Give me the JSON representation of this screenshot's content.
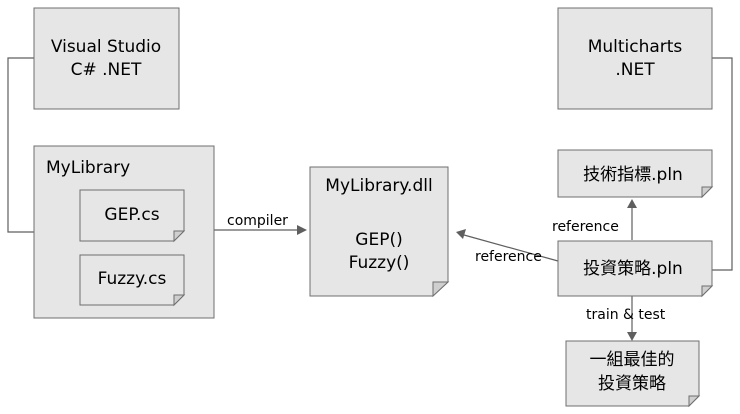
{
  "nodes": {
    "visual_studio": {
      "line1": "Visual Studio",
      "line2": "C# .NET"
    },
    "mylibrary": {
      "label": "MyLibrary"
    },
    "gep_cs": {
      "label": "GEP.cs"
    },
    "fuzzy_cs": {
      "label": "Fuzzy.cs"
    },
    "mylibrary_dll": {
      "line1": "MyLibrary.dll",
      "line2": "GEP()",
      "line3": "Fuzzy()"
    },
    "multicharts": {
      "line1": "Multicharts",
      "line2": ".NET"
    },
    "tech_indicator": {
      "label": "技術指標.pln"
    },
    "investment_strategy": {
      "label": "投資策略.pln"
    },
    "best_strategy": {
      "line1": "一組最佳的",
      "line2": "投資策略"
    }
  },
  "edges": {
    "compiler": "compiler",
    "reference_up": "reference",
    "reference_left": "reference",
    "train_test": "train & test"
  }
}
